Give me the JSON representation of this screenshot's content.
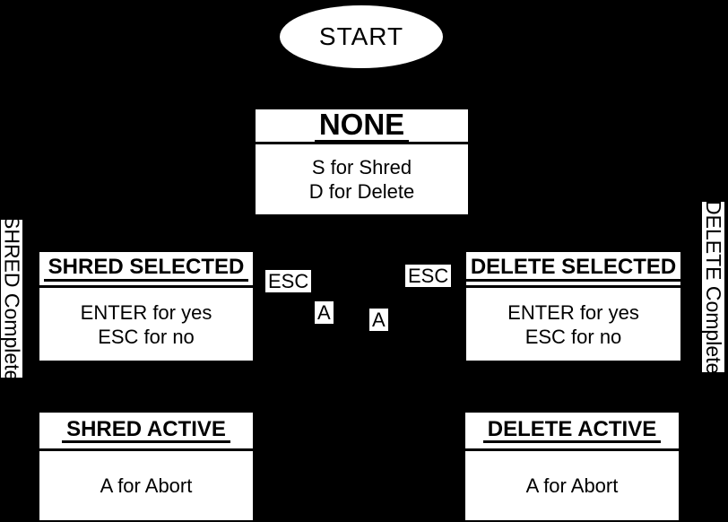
{
  "diagram": {
    "colors": {
      "background": "#000000",
      "node_fill": "#ffffff",
      "text": "#000000"
    },
    "start": {
      "label": "START"
    },
    "states": [
      {
        "id": "none",
        "title": "NONE",
        "body": [
          "S for Shred",
          "D for Delete"
        ]
      },
      {
        "id": "shred-selected",
        "title": "SHRED SELECTED",
        "body": [
          "ENTER for yes",
          "ESC for no"
        ]
      },
      {
        "id": "delete-selected",
        "title": "DELETE SELECTED",
        "body": [
          "ENTER for yes",
          "ESC for no"
        ]
      },
      {
        "id": "shred-active",
        "title": "SHRED ACTIVE",
        "body": [
          "A for Abort"
        ]
      },
      {
        "id": "delete-active",
        "title": "DELETE ACTIVE",
        "body": [
          "A for Abort"
        ]
      }
    ],
    "edge_labels": [
      {
        "id": "esc-left",
        "text": "ESC"
      },
      {
        "id": "esc-right",
        "text": "ESC"
      },
      {
        "id": "a-left",
        "text": "A"
      },
      {
        "id": "a-right",
        "text": "A"
      }
    ],
    "side_labels": [
      {
        "id": "shred-complete",
        "text": "SHRED Complete"
      },
      {
        "id": "delete-complete",
        "text": "DELETE Complete"
      }
    ]
  }
}
